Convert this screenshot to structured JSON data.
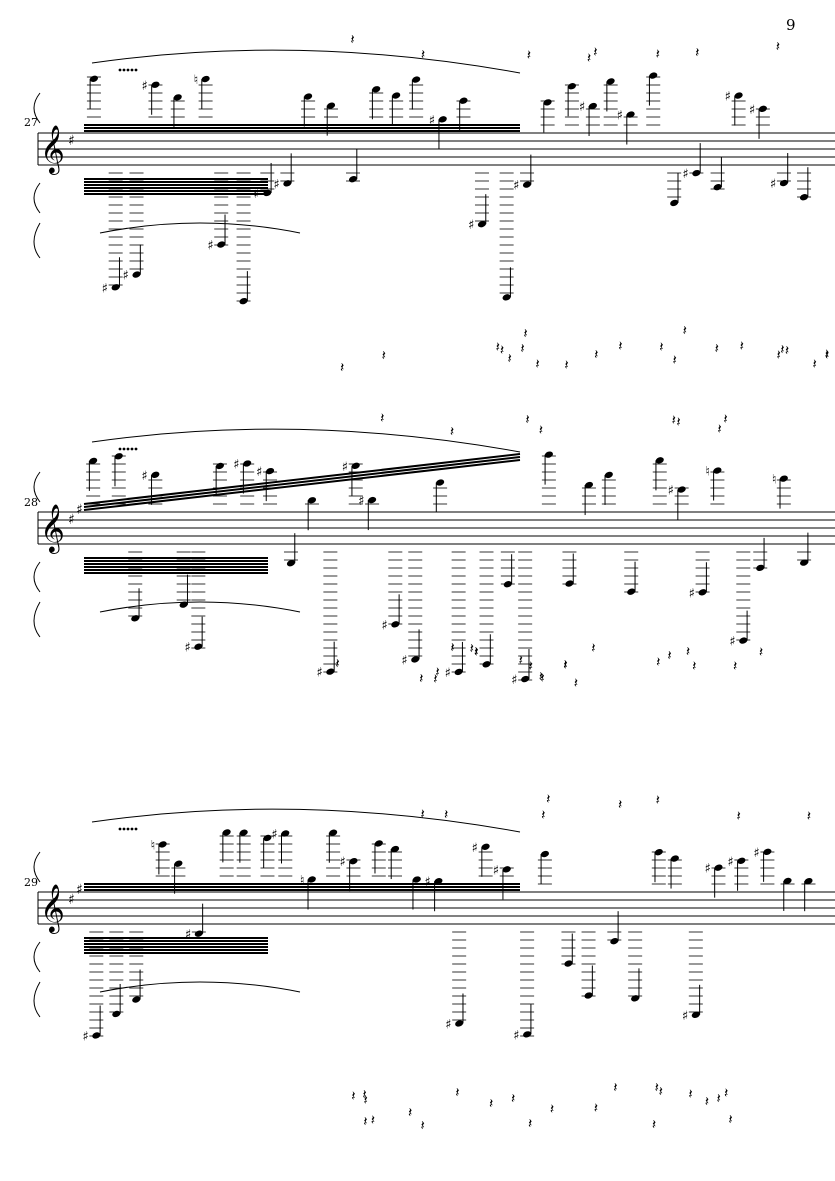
{
  "page": {
    "number": "9"
  },
  "systems": [
    {
      "measure": "27"
    },
    {
      "measure": "28"
    },
    {
      "measure": "29"
    }
  ],
  "colors": {
    "ink": "#000000",
    "paper": "#ffffff"
  },
  "icons": [
    "treble-clef-icon",
    "sharp-icon",
    "natural-icon",
    "rest-icon",
    "notehead-icon",
    "slur-icon",
    "beam-icon"
  ]
}
